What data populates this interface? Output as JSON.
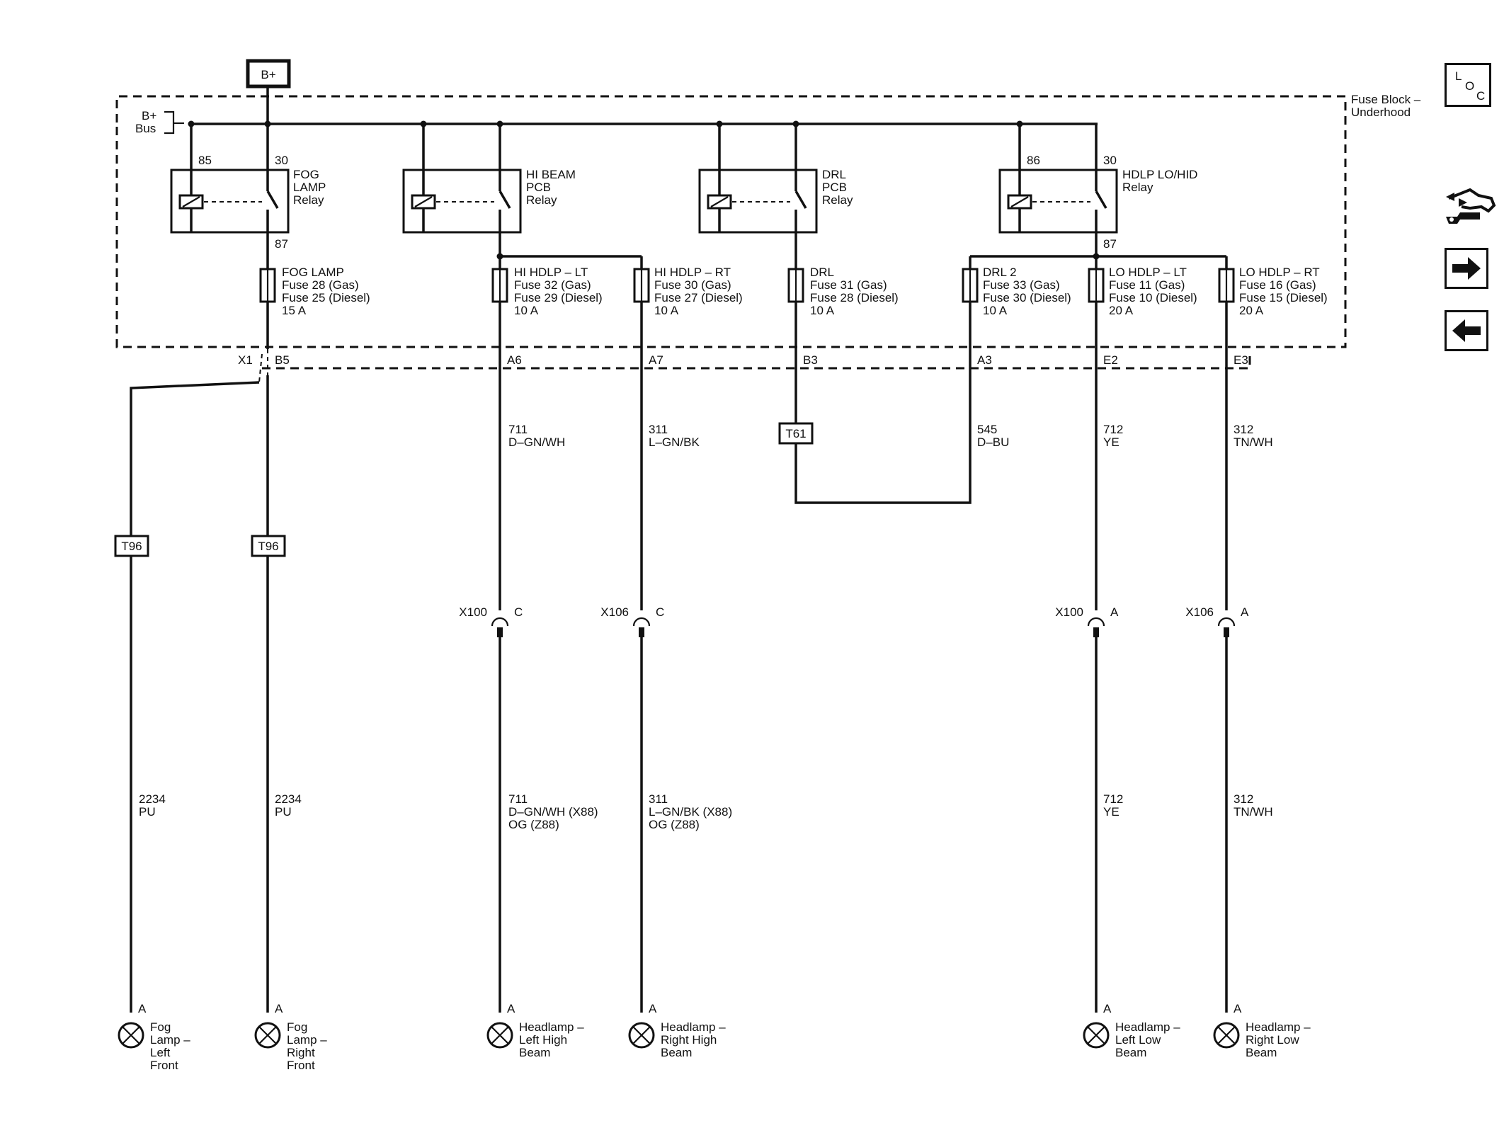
{
  "bplus": "B+",
  "bus": [
    "B+",
    "Bus"
  ],
  "fuse_block": [
    "Fuse Block –",
    "Underhood"
  ],
  "relays": [
    {
      "label": [
        "FOG",
        "LAMP",
        "Relay"
      ],
      "pin_left": "85",
      "pin_right": "30",
      "pin_out": "87"
    },
    {
      "label": [
        "HI BEAM",
        "PCB",
        "Relay"
      ]
    },
    {
      "label": [
        "DRL",
        "PCB",
        "Relay"
      ]
    },
    {
      "label": [
        "HDLP LO/HID",
        "Relay"
      ],
      "pin_left": "86",
      "pin_right": "30",
      "pin_out": "87"
    }
  ],
  "fuses": [
    {
      "lines": [
        "FOG LAMP",
        "Fuse 28 (Gas)",
        "Fuse 25 (Diesel)",
        "15 A"
      ],
      "connector": "B5"
    },
    {
      "lines": [
        "HI HDLP – LT",
        "Fuse 32 (Gas)",
        "Fuse 29 (Diesel)",
        "10 A"
      ],
      "connector": "A6"
    },
    {
      "lines": [
        "HI HDLP – RT",
        "Fuse 30 (Gas)",
        "Fuse 27 (Diesel)",
        "10 A"
      ],
      "connector": "A7"
    },
    {
      "lines": [
        "DRL",
        "Fuse 31 (Gas)",
        "Fuse 28 (Diesel)",
        "10 A"
      ],
      "connector": "B3"
    },
    {
      "lines": [
        "DRL 2",
        "Fuse 33 (Gas)",
        "Fuse 30 (Diesel)",
        "10 A"
      ],
      "connector": "A3"
    },
    {
      "lines": [
        "LO HDLP – LT",
        "Fuse 11 (Gas)",
        "Fuse 10 (Diesel)",
        "20 A"
      ],
      "connector": "E2"
    },
    {
      "lines": [
        "LO HDLP – RT",
        "Fuse 16 (Gas)",
        "Fuse 15 (Diesel)",
        "20 A"
      ],
      "connector": "E3"
    }
  ],
  "x1_label": "X1",
  "splices": {
    "fog_left": "T96",
    "fog_right": "T96",
    "drl": "T61"
  },
  "wires_upper": [
    {
      "circuit": "711",
      "color": "D–GN/WH"
    },
    {
      "circuit": "311",
      "color": "L–GN/BK"
    },
    {
      "circuit": "545",
      "color": "D–BU"
    },
    {
      "circuit": "712",
      "color": "YE"
    },
    {
      "circuit": "312",
      "color": "TN/WH"
    }
  ],
  "inline_connectors": [
    {
      "name": "X100",
      "pin": "C"
    },
    {
      "name": "X106",
      "pin": "C"
    },
    {
      "name": "X100",
      "pin": "A"
    },
    {
      "name": "X106",
      "pin": "A"
    }
  ],
  "wires_lower": [
    {
      "lines": [
        "2234",
        "PU"
      ]
    },
    {
      "lines": [
        "2234",
        "PU"
      ]
    },
    {
      "lines": [
        "711",
        "D–GN/WH (X88)",
        "OG (Z88)"
      ]
    },
    {
      "lines": [
        "311",
        "L–GN/BK (X88)",
        "OG (Z88)"
      ]
    },
    {
      "lines": [
        "712",
        "YE"
      ]
    },
    {
      "lines": [
        "312",
        "TN/WH"
      ]
    }
  ],
  "lamps": [
    {
      "pin": "A",
      "lines": [
        "Fog",
        "Lamp –",
        "Left",
        "Front"
      ]
    },
    {
      "pin": "A",
      "lines": [
        "Fog",
        "Lamp –",
        "Right",
        "Front"
      ]
    },
    {
      "pin": "A",
      "lines": [
        "Headlamp –",
        "Left High",
        "Beam"
      ]
    },
    {
      "pin": "A",
      "lines": [
        "Headlamp –",
        "Right High",
        "Beam"
      ]
    },
    {
      "pin": "A",
      "lines": [
        "Headlamp –",
        "Left Low",
        "Beam"
      ]
    },
    {
      "pin": "A",
      "lines": [
        "Headlamp –",
        "Right Low",
        "Beam"
      ]
    }
  ],
  "nav": {
    "loc": [
      "L",
      "O",
      "C"
    ],
    "tool_icon": "connector-tool-icon",
    "next_icon": "arrow-right-icon",
    "prev_icon": "arrow-left-icon"
  }
}
